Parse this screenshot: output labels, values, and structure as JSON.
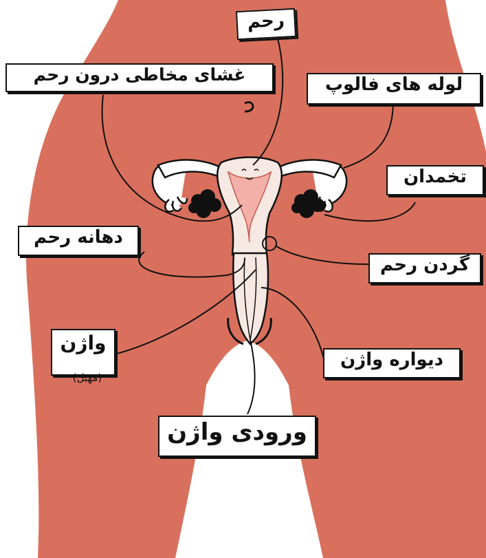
{
  "diagram": {
    "colors": {
      "body_fill": "#d9705d",
      "background": "#ffffff",
      "outline": "#111111",
      "tissue_pink": "#f2b0a8",
      "ovary": "#111111"
    },
    "labels": {
      "uterus": "رحم",
      "endometrium": "غشای مخاطی درون رحم",
      "fallopian_tubes": "لوله های فالوپ",
      "ovaries": "تخمدان",
      "cervix_opening": "دهانه رحم",
      "cervix": "گردن رحم",
      "vagina": "واژن",
      "vagina_sub": "(مهبل)",
      "vaginal_wall": "دیواره واژن",
      "vaginal_entrance": "ورودی واژن"
    }
  }
}
